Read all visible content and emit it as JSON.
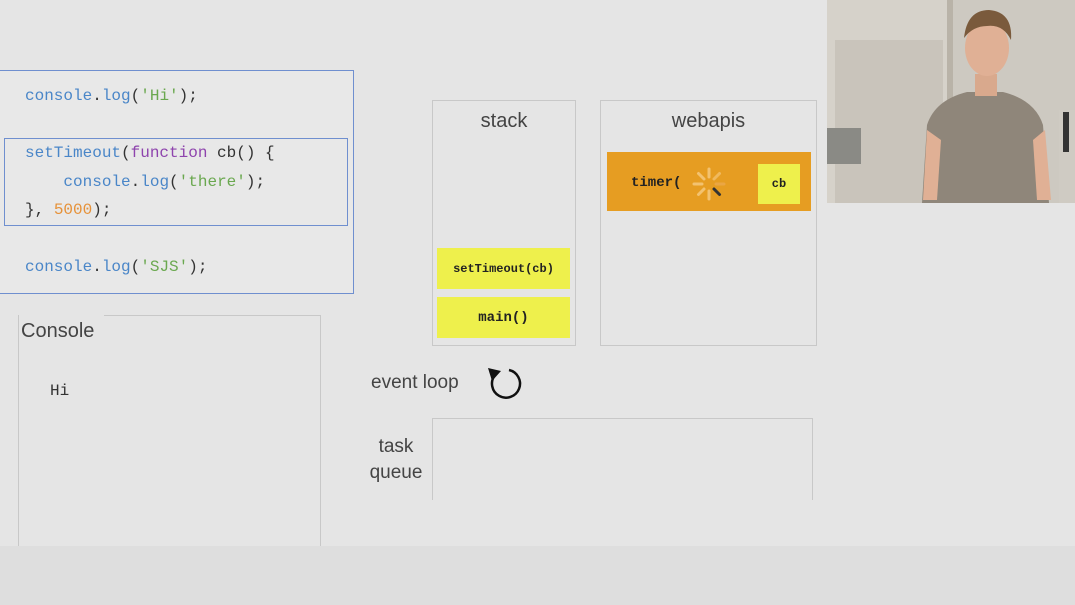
{
  "code": {
    "line1": {
      "obj": "console",
      "dot": ".",
      "fn": "log",
      "open": "(",
      "str": "'Hi'",
      "close": ");"
    },
    "line2": {
      "fn": "setTimeout",
      "open": "(",
      "kw": "function",
      "rest": " cb() {"
    },
    "line3": {
      "indent": "    ",
      "obj": "console",
      "dot": ".",
      "fn": "log",
      "open": "(",
      "str": "'there'",
      "close": ");"
    },
    "line4": {
      "start": "}, ",
      "num": "5000",
      "close": ");"
    },
    "line5": {
      "obj": "console",
      "dot": ".",
      "fn": "log",
      "open": "(",
      "str": "'SJS'",
      "close": ");"
    }
  },
  "console": {
    "title": "Console",
    "output": "Hi"
  },
  "stack": {
    "title": "stack",
    "frames": [
      "setTimeout(cb)",
      "main()"
    ]
  },
  "webapis": {
    "title": "webapis",
    "timer_label": "timer(",
    "callback_label": "cb"
  },
  "event_loop": {
    "label": "event loop"
  },
  "task_queue": {
    "label_line1": "task",
    "label_line2": "queue"
  },
  "colors": {
    "background": "#e5e5e5",
    "frame_yellow": "#eef04c",
    "timer_orange": "#e69d22",
    "highlight_blue": "#6f8fcf"
  },
  "icons": {
    "spinner": "loading-spinner-icon",
    "event_loop": "refresh-loop-icon"
  }
}
